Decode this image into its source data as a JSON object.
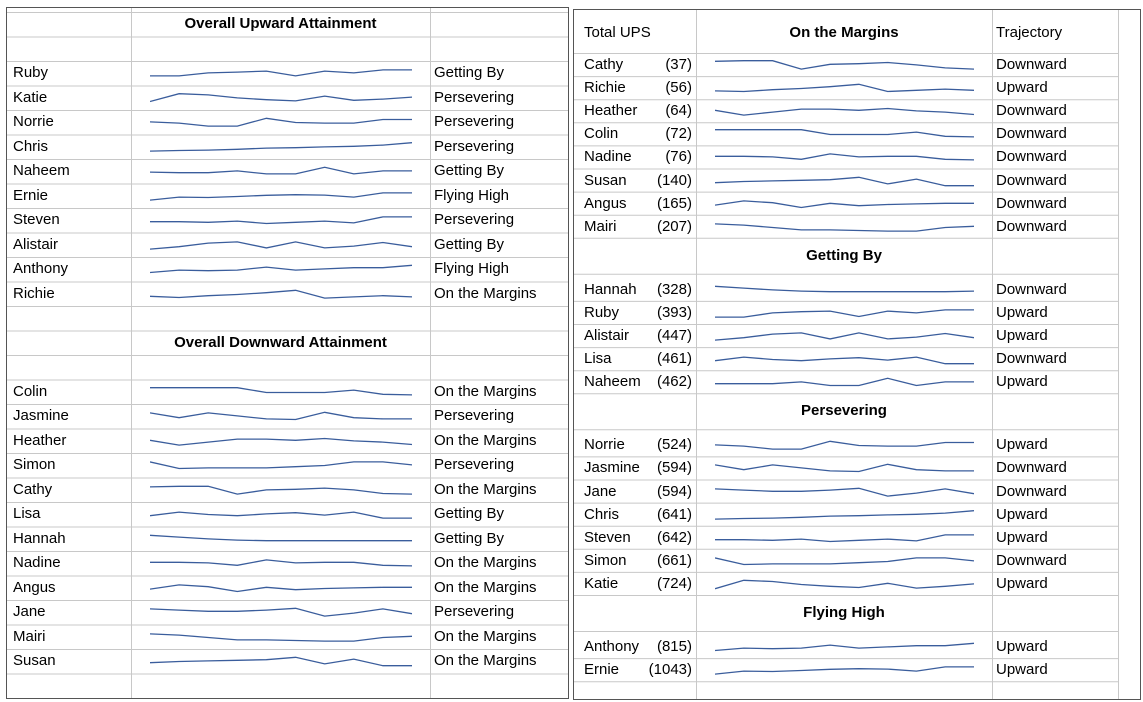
{
  "line_color": "#3a5d9c",
  "grid_color": "#c8c8c8",
  "left_table": {
    "upward_header": "Overall Upward Attainment",
    "upward_rows": [
      {
        "name": "Ruby",
        "category": "Getting By",
        "spark": [
          0.3,
          0.3,
          0.55,
          0.62,
          0.7,
          0.3,
          0.7,
          0.55,
          0.8,
          0.8
        ]
      },
      {
        "name": "Katie",
        "category": "Persevering",
        "spark": [
          0.25,
          0.9,
          0.8,
          0.55,
          0.4,
          0.3,
          0.7,
          0.35,
          0.45,
          0.62
        ]
      },
      {
        "name": "Norrie",
        "category": "Persevering",
        "spark": [
          0.55,
          0.45,
          0.2,
          0.2,
          0.85,
          0.5,
          0.45,
          0.45,
          0.75,
          0.75
        ]
      },
      {
        "name": "Chris",
        "category": "Persevering",
        "spark": [
          0.2,
          0.25,
          0.28,
          0.35,
          0.45,
          0.48,
          0.55,
          0.6,
          0.7,
          0.9
        ]
      },
      {
        "name": "Naheem",
        "category": "Getting By",
        "spark": [
          0.45,
          0.4,
          0.4,
          0.55,
          0.3,
          0.3,
          0.85,
          0.3,
          0.55,
          0.55
        ]
      },
      {
        "name": "Ernie",
        "category": "Flying High",
        "spark": [
          0.2,
          0.45,
          0.42,
          0.5,
          0.6,
          0.65,
          0.62,
          0.45,
          0.8,
          0.8
        ]
      },
      {
        "name": "Steven",
        "category": "Persevering",
        "spark": [
          0.4,
          0.4,
          0.35,
          0.45,
          0.25,
          0.35,
          0.45,
          0.3,
          0.8,
          0.8
        ]
      },
      {
        "name": "Alistair",
        "category": "Getting By",
        "spark": [
          0.2,
          0.4,
          0.7,
          0.8,
          0.3,
          0.8,
          0.3,
          0.45,
          0.75,
          0.4
        ]
      },
      {
        "name": "Anthony",
        "category": "Flying High",
        "spark": [
          0.25,
          0.45,
          0.4,
          0.45,
          0.7,
          0.45,
          0.55,
          0.65,
          0.65,
          0.85
        ]
      },
      {
        "name": "Richie",
        "category": "On the Margins",
        "spark": [
          0.35,
          0.25,
          0.4,
          0.5,
          0.65,
          0.85,
          0.2,
          0.3,
          0.4,
          0.3
        ]
      }
    ],
    "downward_header": "Overall Downward Attainment",
    "downward_rows": [
      {
        "name": "Colin",
        "category": "On the Margins",
        "spark": [
          0.9,
          0.9,
          0.9,
          0.9,
          0.5,
          0.5,
          0.5,
          0.7,
          0.35,
          0.3
        ]
      },
      {
        "name": "Jasmine",
        "category": "Persevering",
        "spark": [
          0.8,
          0.4,
          0.8,
          0.55,
          0.3,
          0.25,
          0.85,
          0.4,
          0.3,
          0.3
        ]
      },
      {
        "name": "Heather",
        "category": "On the Margins",
        "spark": [
          0.6,
          0.2,
          0.45,
          0.7,
          0.7,
          0.6,
          0.75,
          0.55,
          0.45,
          0.25
        ]
      },
      {
        "name": "Simon",
        "category": "Persevering",
        "spark": [
          0.8,
          0.25,
          0.3,
          0.3,
          0.3,
          0.4,
          0.5,
          0.8,
          0.8,
          0.55
        ]
      },
      {
        "name": "Cathy",
        "category": "On the Margins",
        "spark": [
          0.8,
          0.85,
          0.85,
          0.2,
          0.55,
          0.6,
          0.7,
          0.55,
          0.25,
          0.2
        ]
      },
      {
        "name": "Lisa",
        "category": "Getting By",
        "spark": [
          0.4,
          0.7,
          0.5,
          0.4,
          0.55,
          0.65,
          0.45,
          0.7,
          0.2,
          0.2
        ]
      },
      {
        "name": "Hannah",
        "category": "Getting By",
        "spark": [
          0.85,
          0.7,
          0.55,
          0.45,
          0.4,
          0.4,
          0.4,
          0.4,
          0.4,
          0.4
        ]
      },
      {
        "name": "Nadine",
        "category": "On the Margins",
        "spark": [
          0.6,
          0.6,
          0.55,
          0.35,
          0.8,
          0.55,
          0.6,
          0.6,
          0.35,
          0.3
        ]
      },
      {
        "name": "Angus",
        "category": "On the Margins",
        "spark": [
          0.45,
          0.8,
          0.65,
          0.25,
          0.6,
          0.4,
          0.5,
          0.55,
          0.6,
          0.6
        ]
      },
      {
        "name": "Jane",
        "category": "Persevering",
        "spark": [
          0.8,
          0.7,
          0.6,
          0.6,
          0.7,
          0.85,
          0.2,
          0.45,
          0.8,
          0.4
        ]
      },
      {
        "name": "Mairi",
        "category": "On the Margins",
        "spark": [
          0.8,
          0.7,
          0.5,
          0.3,
          0.3,
          0.25,
          0.2,
          0.2,
          0.5,
          0.6
        ]
      },
      {
        "name": "Susan",
        "category": "On the Margins",
        "spark": [
          0.4,
          0.5,
          0.55,
          0.6,
          0.65,
          0.85,
          0.3,
          0.7,
          0.15,
          0.15
        ]
      }
    ]
  },
  "right_table": {
    "col_headers": {
      "ups": "Total UPS",
      "sparkline": "On the Margins",
      "trajectory": "Trajectory"
    },
    "groups": [
      {
        "header": "",
        "rows": [
          {
            "name": "Cathy",
            "ups": "(37)",
            "trajectory": "Downward",
            "spark": [
              0.85,
              0.9,
              0.9,
              0.2,
              0.6,
              0.65,
              0.75,
              0.55,
              0.3,
              0.2
            ]
          },
          {
            "name": "Richie",
            "ups": "(56)",
            "trajectory": "Upward",
            "spark": [
              0.3,
              0.25,
              0.4,
              0.5,
              0.65,
              0.85,
              0.25,
              0.35,
              0.45,
              0.35
            ]
          },
          {
            "name": "Heather",
            "ups": "(64)",
            "trajectory": "Downward",
            "spark": [
              0.6,
              0.2,
              0.45,
              0.7,
              0.7,
              0.6,
              0.75,
              0.55,
              0.45,
              0.25
            ]
          },
          {
            "name": "Colin",
            "ups": "(72)",
            "trajectory": "Downward",
            "spark": [
              0.9,
              0.9,
              0.9,
              0.9,
              0.5,
              0.5,
              0.5,
              0.7,
              0.35,
              0.3
            ]
          },
          {
            "name": "Nadine",
            "ups": "(76)",
            "trajectory": "Downward",
            "spark": [
              0.6,
              0.6,
              0.55,
              0.35,
              0.8,
              0.55,
              0.6,
              0.6,
              0.35,
              0.3
            ]
          },
          {
            "name": "Susan",
            "ups": "(140)",
            "trajectory": "Downward",
            "spark": [
              0.4,
              0.5,
              0.55,
              0.6,
              0.65,
              0.85,
              0.3,
              0.7,
              0.15,
              0.15
            ]
          },
          {
            "name": "Angus",
            "ups": "(165)",
            "trajectory": "Downward",
            "spark": [
              0.45,
              0.8,
              0.65,
              0.25,
              0.6,
              0.4,
              0.5,
              0.55,
              0.6,
              0.6
            ]
          },
          {
            "name": "Mairi",
            "ups": "(207)",
            "trajectory": "Downward",
            "spark": [
              0.8,
              0.7,
              0.5,
              0.3,
              0.3,
              0.25,
              0.2,
              0.2,
              0.5,
              0.6
            ]
          }
        ]
      },
      {
        "header": "Getting By",
        "rows": [
          {
            "name": "Hannah",
            "ups": "(328)",
            "trajectory": "Downward",
            "spark": [
              0.85,
              0.7,
              0.55,
              0.45,
              0.4,
              0.4,
              0.4,
              0.4,
              0.4,
              0.45
            ]
          },
          {
            "name": "Ruby",
            "ups": "(393)",
            "trajectory": "Upward",
            "spark": [
              0.2,
              0.2,
              0.55,
              0.65,
              0.7,
              0.25,
              0.7,
              0.55,
              0.8,
              0.8
            ]
          },
          {
            "name": "Alistair",
            "ups": "(447)",
            "trajectory": "Upward",
            "spark": [
              0.2,
              0.4,
              0.7,
              0.8,
              0.3,
              0.8,
              0.3,
              0.45,
              0.75,
              0.4
            ]
          },
          {
            "name": "Lisa",
            "ups": "(461)",
            "trajectory": "Downward",
            "spark": [
              0.4,
              0.7,
              0.5,
              0.4,
              0.55,
              0.65,
              0.45,
              0.7,
              0.15,
              0.15
            ]
          },
          {
            "name": "Naheem",
            "ups": "(462)",
            "trajectory": "Upward",
            "spark": [
              0.4,
              0.4,
              0.4,
              0.55,
              0.25,
              0.25,
              0.85,
              0.25,
              0.55,
              0.55
            ]
          }
        ]
      },
      {
        "header": "Persevering",
        "rows": [
          {
            "name": "Norrie",
            "ups": "(524)",
            "trajectory": "Upward",
            "spark": [
              0.55,
              0.45,
              0.2,
              0.2,
              0.85,
              0.5,
              0.45,
              0.45,
              0.75,
              0.75
            ]
          },
          {
            "name": "Jasmine",
            "ups": "(594)",
            "trajectory": "Downward",
            "spark": [
              0.8,
              0.4,
              0.8,
              0.55,
              0.3,
              0.25,
              0.85,
              0.4,
              0.3,
              0.3
            ]
          },
          {
            "name": "Jane",
            "ups": "(594)",
            "trajectory": "Downward",
            "spark": [
              0.8,
              0.7,
              0.6,
              0.6,
              0.7,
              0.85,
              0.2,
              0.45,
              0.8,
              0.4
            ]
          },
          {
            "name": "Chris",
            "ups": "(641)",
            "trajectory": "Upward",
            "spark": [
              0.2,
              0.25,
              0.28,
              0.35,
              0.45,
              0.48,
              0.55,
              0.6,
              0.7,
              0.9
            ]
          },
          {
            "name": "Steven",
            "ups": "(642)",
            "trajectory": "Upward",
            "spark": [
              0.4,
              0.4,
              0.35,
              0.45,
              0.25,
              0.35,
              0.45,
              0.3,
              0.8,
              0.8
            ]
          },
          {
            "name": "Simon",
            "ups": "(661)",
            "trajectory": "Downward",
            "spark": [
              0.8,
              0.25,
              0.3,
              0.3,
              0.3,
              0.4,
              0.5,
              0.8,
              0.8,
              0.55
            ]
          },
          {
            "name": "Katie",
            "ups": "(724)",
            "trajectory": "Upward",
            "spark": [
              0.15,
              0.85,
              0.75,
              0.5,
              0.35,
              0.25,
              0.6,
              0.2,
              0.35,
              0.55
            ]
          }
        ]
      },
      {
        "header": "Flying High",
        "rows": [
          {
            "name": "Anthony",
            "ups": "(815)",
            "trajectory": "Upward",
            "spark": [
              0.25,
              0.45,
              0.4,
              0.45,
              0.7,
              0.45,
              0.55,
              0.65,
              0.65,
              0.85
            ]
          },
          {
            "name": "Ernie",
            "ups": "(1043)",
            "trajectory": "Upward",
            "spark": [
              0.2,
              0.45,
              0.42,
              0.5,
              0.6,
              0.65,
              0.62,
              0.45,
              0.8,
              0.8
            ]
          }
        ]
      }
    ]
  }
}
